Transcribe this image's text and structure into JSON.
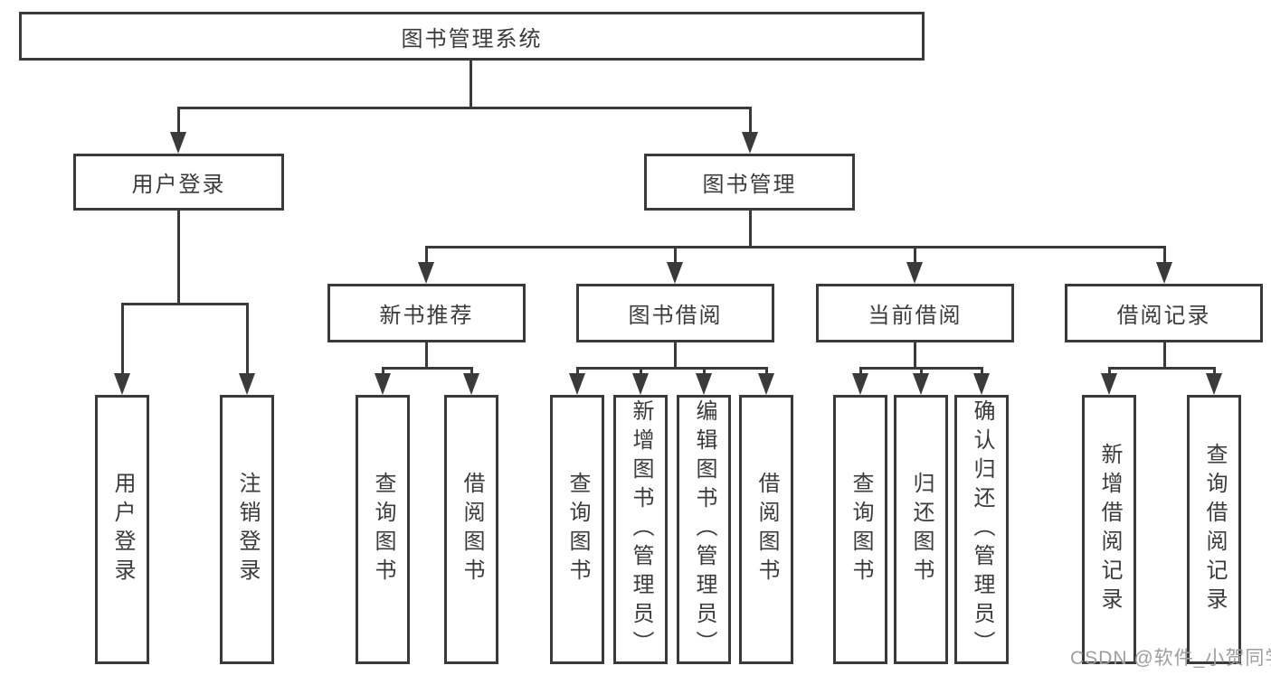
{
  "diagram": {
    "title": {
      "label": "图书管理系统"
    },
    "level2": [
      {
        "label": "用户登录"
      },
      {
        "label": "图书管理"
      }
    ],
    "level3": [
      {
        "label": "新书推荐"
      },
      {
        "label": "图书借阅"
      },
      {
        "label": "当前借阅"
      },
      {
        "label": "借阅记录"
      }
    ],
    "leaves": [
      {
        "label": "用户登录"
      },
      {
        "label": "注销登录"
      },
      {
        "label": "查询图书"
      },
      {
        "label": "借阅图书"
      },
      {
        "label": "查询图书"
      },
      {
        "label": "新增图书（管理员）"
      },
      {
        "label": "编辑图书（管理员）"
      },
      {
        "label": "借阅图书"
      },
      {
        "label": "查询图书"
      },
      {
        "label": "归还图书"
      },
      {
        "label": "确认归还（管理员）"
      },
      {
        "label": "新增借阅记录"
      },
      {
        "label": "查询借阅记录"
      }
    ],
    "colors": {
      "line": "#3a3a3a",
      "text": "#3b3b3b",
      "box_background": "#ffffff"
    }
  },
  "watermark": {
    "text": "CSDN @软件_小贺同学",
    "color": "#9e9e9e"
  }
}
